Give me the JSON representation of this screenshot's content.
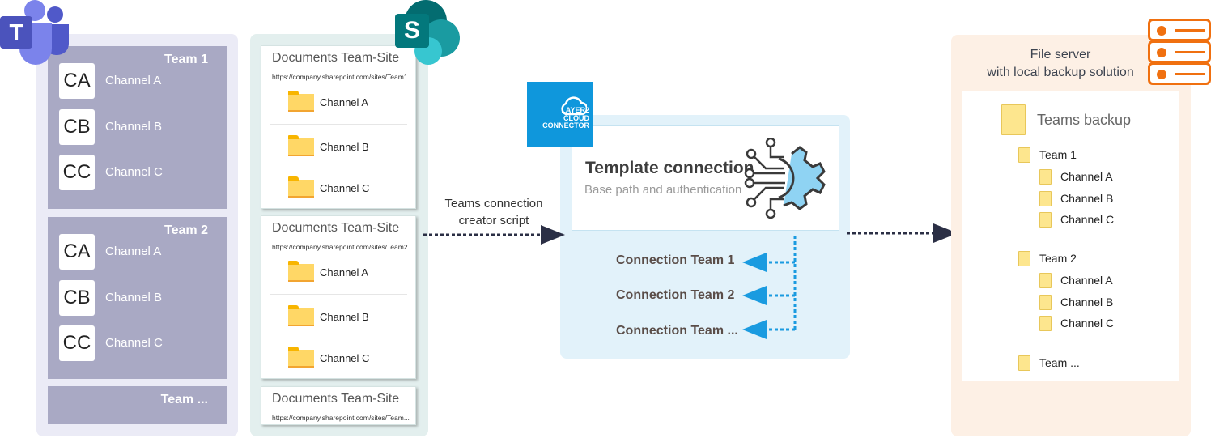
{
  "teams": {
    "logo_letter": "T",
    "teams": [
      {
        "title": "Team 1",
        "channels": [
          {
            "abbr": "CA",
            "label": "Channel A"
          },
          {
            "abbr": "CB",
            "label": "Channel B"
          },
          {
            "abbr": "CC",
            "label": "Channel C"
          }
        ]
      },
      {
        "title": "Team 2",
        "channels": [
          {
            "abbr": "CA",
            "label": "Channel A"
          },
          {
            "abbr": "CB",
            "label": "Channel B"
          },
          {
            "abbr": "CC",
            "label": "Channel C"
          }
        ]
      },
      {
        "title": "Team ..."
      }
    ]
  },
  "sharepoint": {
    "logo_letter": "S",
    "sites": [
      {
        "title": "Documents Team-Site",
        "url": "https://company.sharepoint.com/sites/Team1",
        "folders": [
          "Channel A",
          "Channel B",
          "Channel C"
        ]
      },
      {
        "title": "Documents Team-Site",
        "url": "https://company.sharepoint.com/sites/Team2",
        "folders": [
          "Channel A",
          "Channel B",
          "Channel C"
        ]
      },
      {
        "title": "Documents Team-Site",
        "url": "https://company.sharepoint.com/sites/Team..."
      }
    ]
  },
  "script_arrow": {
    "line1": "Teams connection",
    "line2": "creator script"
  },
  "connector": {
    "logo_lines": [
      "LAYER2",
      "CLOUD",
      "CONNECTOR"
    ],
    "template_title": "Template connection",
    "template_subtitle": "Base path and authentication",
    "connections": [
      "Connection Team 1",
      "Connection Team 2",
      "Connection Team ..."
    ]
  },
  "file_server": {
    "title_line1": "File server",
    "title_line2": "with local backup solution",
    "root": "Teams backup",
    "teams": [
      {
        "label": "Team 1",
        "channels": [
          "Channel A",
          "Channel B",
          "Channel C"
        ]
      },
      {
        "label": "Team 2",
        "channels": [
          "Channel A",
          "Channel B",
          "Channel C"
        ]
      },
      {
        "label": "Team ..."
      }
    ]
  },
  "colors": {
    "teams": "#5059c9",
    "sharepoint": "#038387",
    "connector": "#0f97dc",
    "server": "#f07010",
    "arrow_dark": "#2b2f45",
    "arrow_blue": "#1a9be0"
  }
}
